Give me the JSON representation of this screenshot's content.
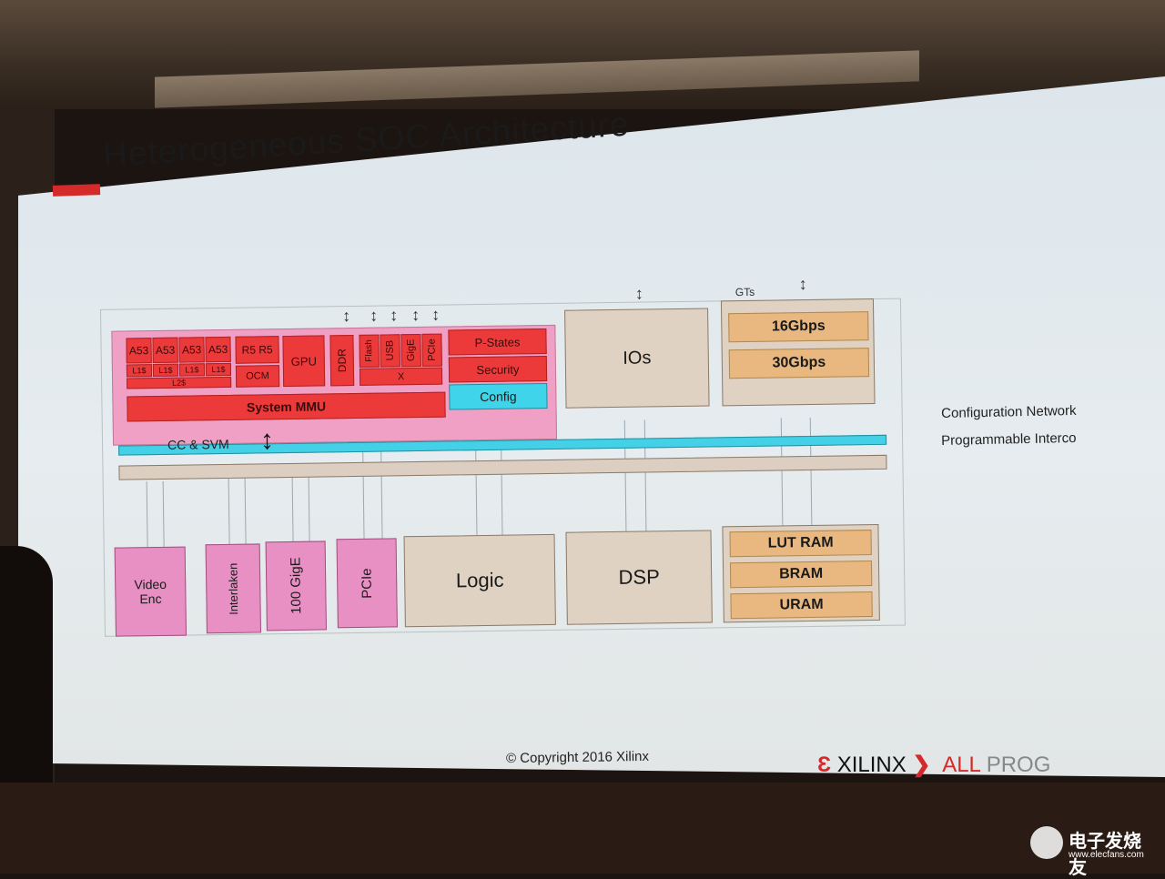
{
  "slide": {
    "title": "Heterogeneous SOC  Architecture",
    "copyright": "© Copyright 2016 Xilinx",
    "brand": "XILINX",
    "tagline_a": "ALL",
    "tagline_b": "PROG"
  },
  "labels": {
    "gts": "GTs",
    "cc_svm": "CC & SVM",
    "config_network": "Configuration Network",
    "prog_interconnect": "Programmable Interco"
  },
  "ps": {
    "a53": [
      "A53",
      "A53",
      "A53",
      "A53"
    ],
    "l1": [
      "L1$",
      "L1$",
      "L1$",
      "L1$"
    ],
    "l2": "L2$",
    "r5": "R5 R5",
    "ocm": "OCM",
    "gpu": "GPU",
    "ddr": "DDR",
    "flash": "Flash",
    "usb": "USB",
    "gige": "GigE",
    "pcie": "PCIe",
    "x": "X",
    "pstates": "P-States",
    "security": "Security",
    "config": "Config",
    "mmu": "System MMU"
  },
  "blocks": {
    "ios": "IOs",
    "g16": "16Gbps",
    "g30": "30Gbps",
    "video_enc": "Video Enc",
    "interlaken": "Interlaken",
    "gige100": "100 GigE",
    "pcie": "PCIe",
    "logic": "Logic",
    "dsp": "DSP",
    "lutram": "LUT RAM",
    "bram": "BRAM",
    "uram": "URAM"
  },
  "watermark": {
    "name": "电子发烧友",
    "url": "www.elecfans.com"
  }
}
